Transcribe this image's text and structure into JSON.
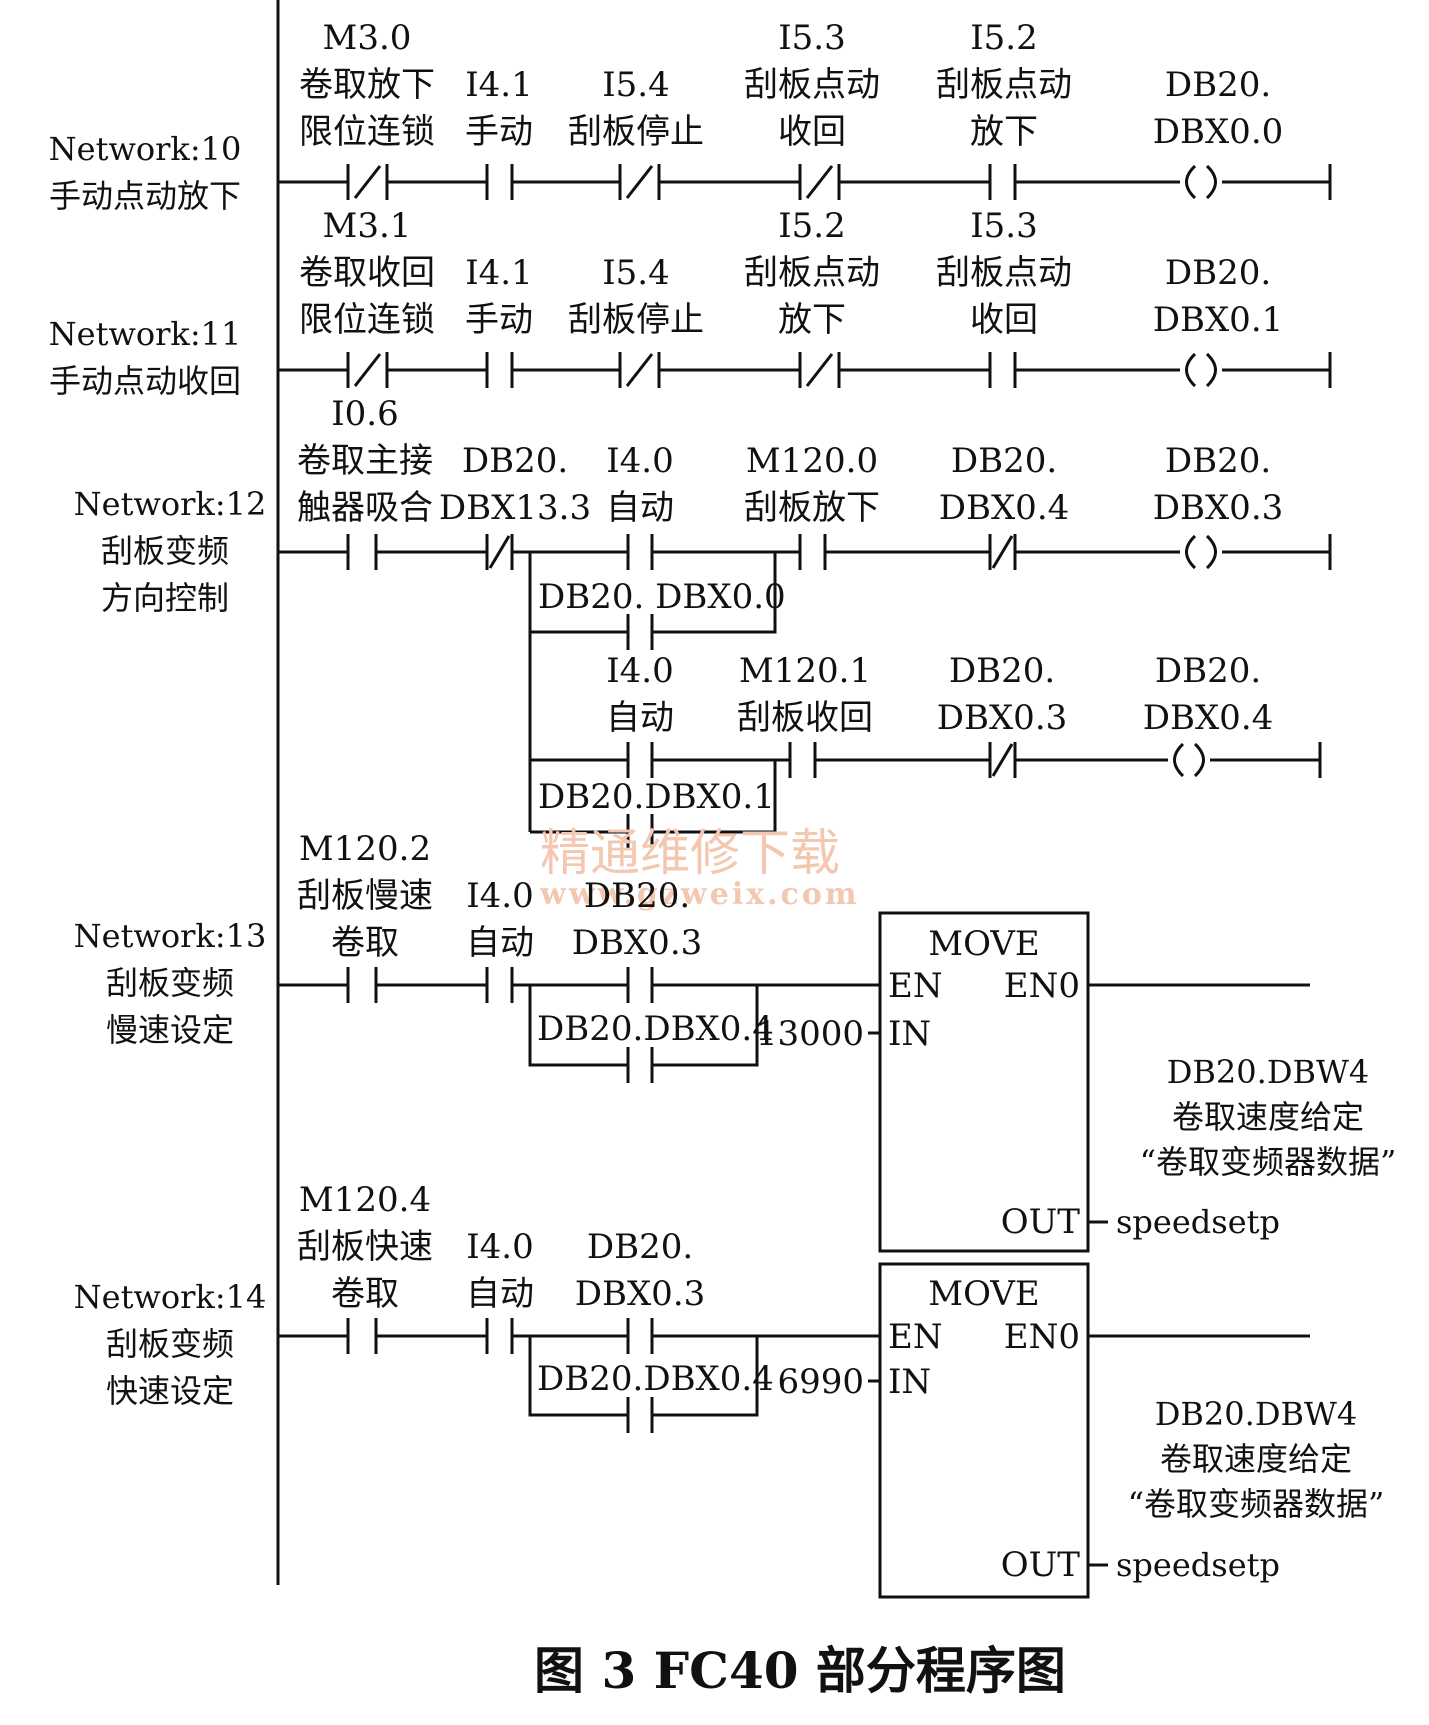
{
  "figure": {
    "caption": "图 3   FC40 部分程序图",
    "watermark": {
      "line1": "精通维修下载",
      "line2": "www.gzweix.com"
    }
  },
  "networks": [
    {
      "id": "Network:10",
      "desc": [
        "手动点动放下"
      ],
      "contacts": [
        {
          "addr": "M3.0",
          "name": [
            "卷取放下",
            "限位连锁"
          ],
          "type": "NC"
        },
        {
          "addr": "I4.1",
          "name": [
            "手动"
          ],
          "type": "NO"
        },
        {
          "addr": "I5.4",
          "name": [
            "刮板停止"
          ],
          "type": "NC"
        },
        {
          "addr": "I5.3",
          "name": [
            "刮板点动",
            "收回"
          ],
          "type": "NC"
        },
        {
          "addr": "I5.2",
          "name": [
            "刮板点动",
            "放下"
          ],
          "type": "NO"
        }
      ],
      "coil": [
        "DB20.",
        "DBX0.0"
      ]
    },
    {
      "id": "Network:11",
      "desc": [
        "手动点动收回"
      ],
      "contacts": [
        {
          "addr": "M3.1",
          "name": [
            "卷取收回",
            "限位连锁"
          ],
          "type": "NC"
        },
        {
          "addr": "I4.1",
          "name": [
            "手动"
          ],
          "type": "NO"
        },
        {
          "addr": "I5.4",
          "name": [
            "刮板停止"
          ],
          "type": "NC"
        },
        {
          "addr": "I5.2",
          "name": [
            "刮板点动",
            "放下"
          ],
          "type": "NC"
        },
        {
          "addr": "I5.3",
          "name": [
            "刮板点动",
            "收回"
          ],
          "type": "NO"
        }
      ],
      "coil": [
        "DB20.",
        "DBX0.1"
      ]
    },
    {
      "id": "Network:12",
      "desc": [
        "刮板变频",
        "方向控制"
      ],
      "contacts": [
        {
          "addr": "I0.6",
          "name": [
            "卷取主接",
            "触器吸合"
          ],
          "type": "NO"
        },
        {
          "addr": "DB20.",
          "name": [
            "DBX13.3"
          ],
          "type": "NC"
        },
        {
          "addr": "I4.0",
          "name": [
            "自动"
          ],
          "type": "NO"
        },
        {
          "addr": "M120.0",
          "name": [
            "刮板放下"
          ],
          "type": "NO"
        },
        {
          "addr": "DB20.",
          "name": [
            "DBX0.4"
          ],
          "type": "NC"
        }
      ],
      "parallel_1": "DB20. DBX0.0",
      "coil": [
        "DB20.",
        "DBX0.3"
      ],
      "branch": {
        "contacts": [
          {
            "addr": "I4.0",
            "name": [
              "自动"
            ],
            "type": "NO"
          },
          {
            "addr": "M120.1",
            "name": [
              "刮板收回"
            ],
            "type": "NO"
          },
          {
            "addr": "DB20.",
            "name": [
              "DBX0.3"
            ],
            "type": "NC"
          }
        ],
        "parallel": "DB20.DBX0.1",
        "coil": [
          "DB20.",
          "DBX0.4"
        ]
      }
    },
    {
      "id": "Network:13",
      "desc": [
        "刮板变频",
        "慢速设定"
      ],
      "contacts": [
        {
          "addr": "M120.2",
          "name": [
            "刮板慢速",
            "卷取"
          ],
          "type": "NO"
        },
        {
          "addr": "I4.0",
          "name": [
            "自动"
          ],
          "type": "NO"
        },
        {
          "addr": "DB20.",
          "name": [
            "DBX0.3"
          ],
          "type": "NO"
        }
      ],
      "parallel": "DB20.DBX0.4",
      "block": {
        "title": "MOVE",
        "en": "EN",
        "eno": "EN0",
        "in": "IN",
        "out": "OUT",
        "in_value": "13000"
      },
      "out_lines": [
        "DB20.DBW4",
        "卷取速度给定",
        "“卷取变频器数据”"
      ],
      "out_var": "speedsetp"
    },
    {
      "id": "Network:14",
      "desc": [
        "刮板变频",
        "快速设定"
      ],
      "contacts": [
        {
          "addr": "M120.4",
          "name": [
            "刮板快速",
            "卷取"
          ],
          "type": "NO"
        },
        {
          "addr": "I4.0",
          "name": [
            "自动"
          ],
          "type": "NO"
        },
        {
          "addr": "DB20.",
          "name": [
            "DBX0.3"
          ],
          "type": "NO"
        }
      ],
      "parallel": "DB20.DBX0.4",
      "block": {
        "title": "MOVE",
        "en": "EN",
        "eno": "EN0",
        "in": "IN",
        "out": "OUT",
        "in_value": "6990"
      },
      "out_lines": [
        "DB20.DBW4",
        "卷取速度给定",
        "“卷取变频器数据”"
      ],
      "out_var": "speedsetp"
    }
  ]
}
